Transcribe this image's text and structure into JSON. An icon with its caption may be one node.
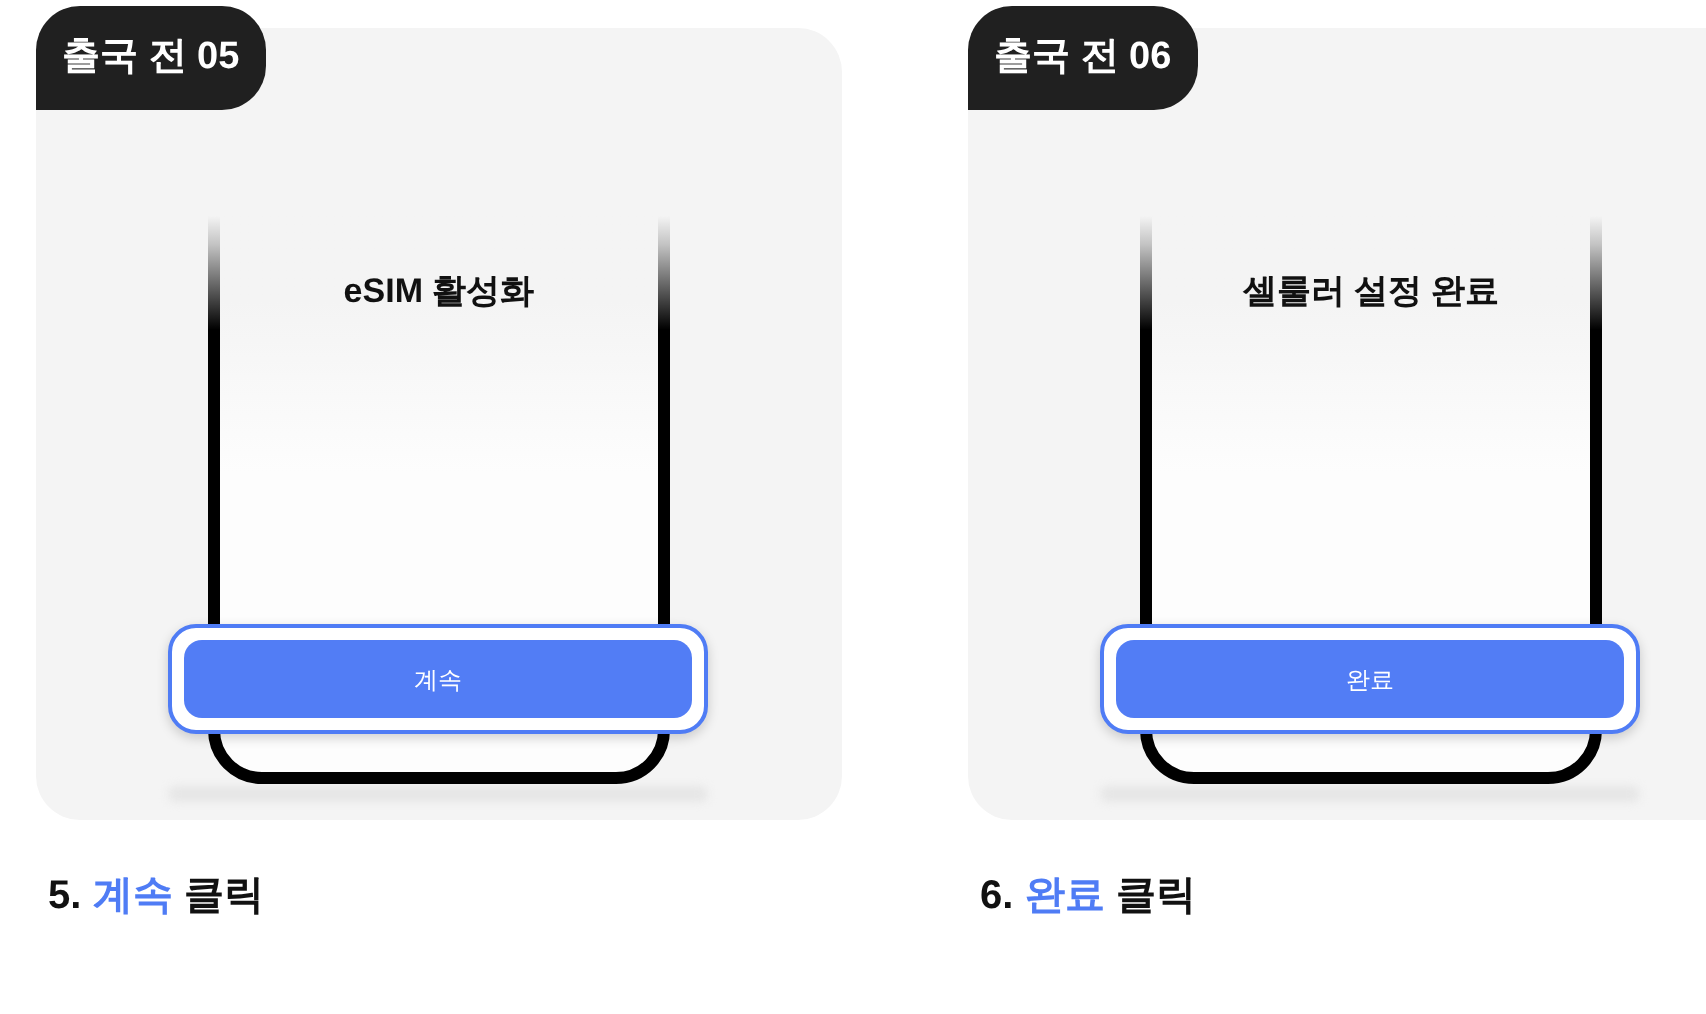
{
  "diagram": {
    "nodes": [
      {
        "text": [
          "출국 전 05"
        ],
        "beside": [
          "5. **계속** 클릭"
        ]
      },
      {
        "text": [
          "eSIM 활성화"
        ],
        "in": 0
      },
      {
        "text": [
          "계속"
        ],
        "in": 0
      },
      {
        "text": [
          "출국 전 06"
        ],
        "beside": [
          "6. **완료** 클릭"
        ]
      },
      {
        "text": [
          "셀룰러 설정 완료"
        ],
        "in": 3
      },
      {
        "text": [
          "완료"
        ],
        "in": 3
      }
    ]
  }
}
